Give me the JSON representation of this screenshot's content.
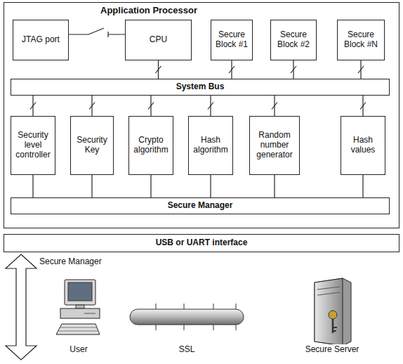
{
  "diagram": {
    "nodes": [
      {
        "text": [
          "Application Processor"
        ]
      },
      {
        "text": [
          "JTAG port"
        ],
        "in": 0
      },
      {
        "text": [
          "CPU"
        ],
        "in": 0
      },
      {
        "text": [
          "Secure Block #1"
        ],
        "in": 0
      },
      {
        "text": [
          "Secure Block #2"
        ],
        "in": 0
      },
      {
        "text": [
          "Secure Block #N"
        ],
        "in": 0
      },
      {
        "text": [
          "System Bus"
        ],
        "in": 0
      },
      {
        "text": [
          "Security level controller"
        ],
        "in": 0
      },
      {
        "text": [
          "Security Key"
        ],
        "in": 0
      },
      {
        "text": [
          "Crypto algorithm"
        ],
        "in": 0
      },
      {
        "text": [
          "Hash algorithm"
        ],
        "in": 0
      },
      {
        "text": [
          "Random number generator"
        ],
        "in": 0
      },
      {
        "text": [
          "Hash values"
        ],
        "in": 0
      },
      {
        "text": [
          "Secure Manager"
        ],
        "in": 0
      },
      {
        "text": [
          "USB or UART interface"
        ]
      }
    ],
    "edges": [
      {
        "from": 1,
        "to": 2,
        "arrow": "none"
      },
      {
        "from": 2,
        "to": 6,
        "arrow": "none"
      },
      {
        "from": 3,
        "to": 6,
        "arrow": "none"
      },
      {
        "from": 4,
        "to": 6,
        "arrow": "none"
      },
      {
        "from": 5,
        "to": 6,
        "arrow": "none"
      },
      {
        "from": 6,
        "to": 7,
        "arrow": "none"
      },
      {
        "from": 6,
        "to": 8,
        "arrow": "none"
      },
      {
        "from": 6,
        "to": 9,
        "arrow": "none"
      },
      {
        "from": 6,
        "to": 10,
        "arrow": "none"
      },
      {
        "from": 6,
        "to": 11,
        "arrow": "none"
      },
      {
        "from": 6,
        "to": 12,
        "arrow": "none"
      },
      {
        "from": 7,
        "to": 13,
        "arrow": "none"
      },
      {
        "from": 8,
        "to": 13,
        "arrow": "none"
      },
      {
        "from": 9,
        "to": 13,
        "arrow": "none"
      },
      {
        "from": 10,
        "to": 13,
        "arrow": "none"
      },
      {
        "from": 11,
        "to": 13,
        "arrow": "none"
      },
      {
        "from": 12,
        "to": 13,
        "arrow": "none"
      }
    ],
    "labels": [
      "Secure Manager",
      "User",
      "SSL",
      "Secure Server"
    ]
  }
}
